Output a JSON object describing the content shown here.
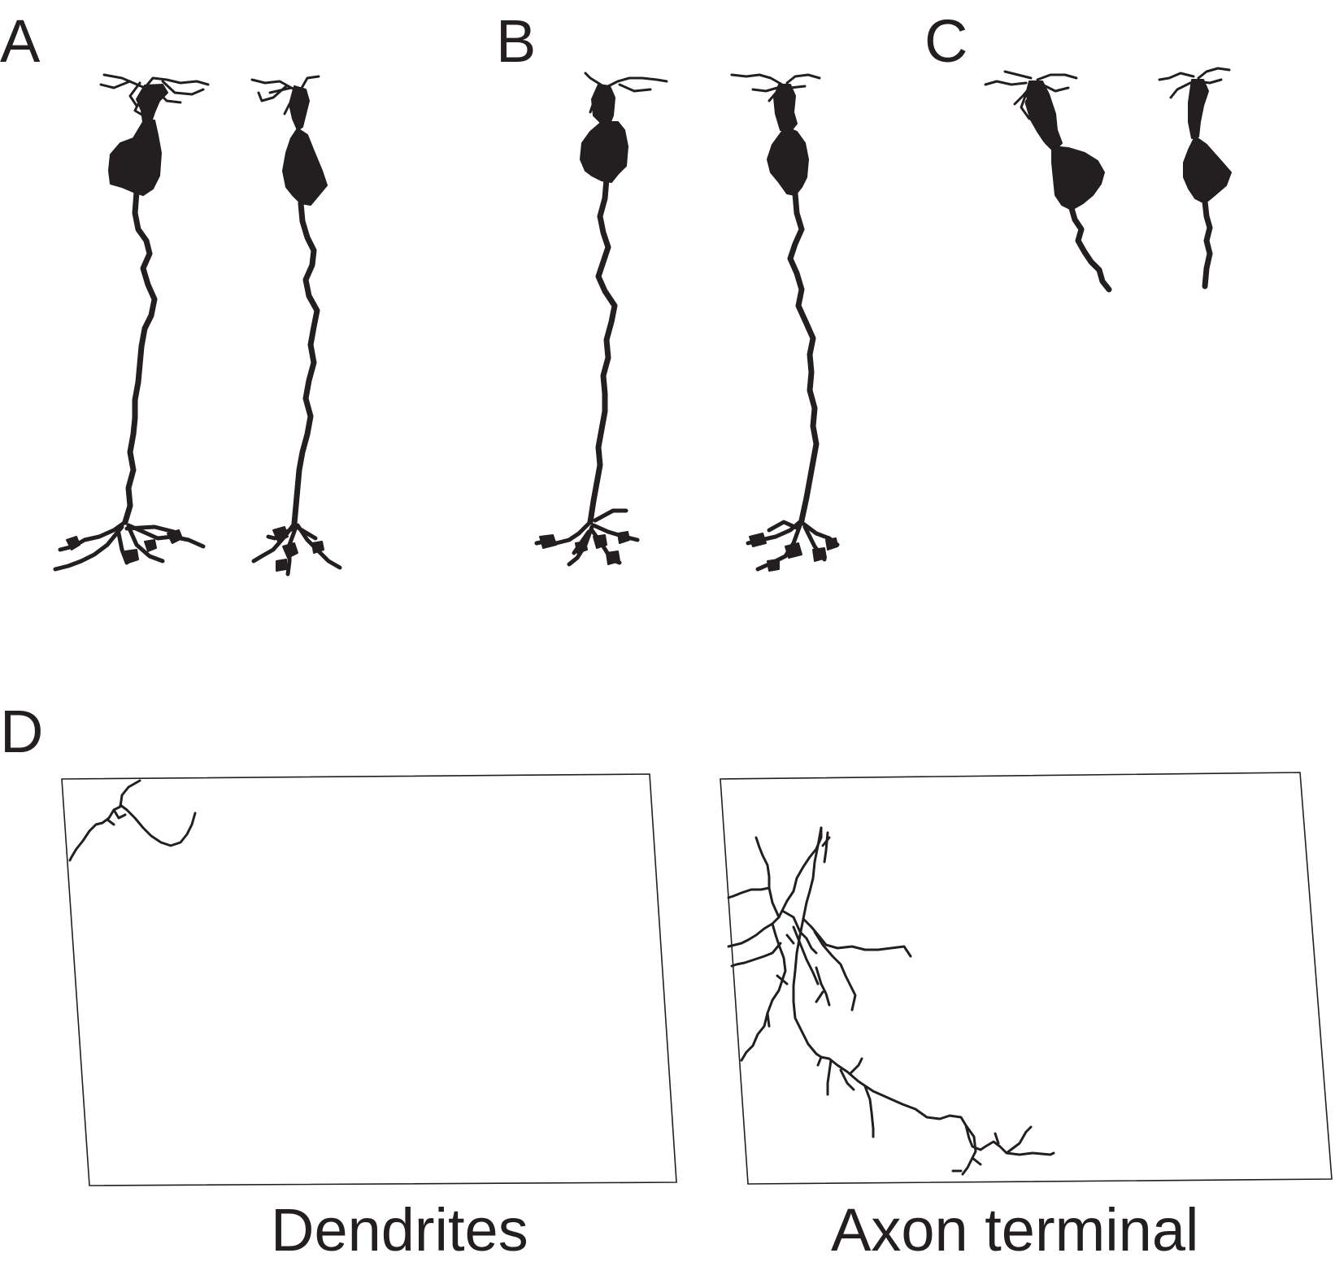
{
  "panels": {
    "a": "A",
    "b": "B",
    "c": "C",
    "d": "D"
  },
  "captions": {
    "dendrites": "Dendrites",
    "axon_terminal": "Axon terminal"
  },
  "colors": {
    "ink": "#231f20",
    "background": "#ffffff"
  }
}
